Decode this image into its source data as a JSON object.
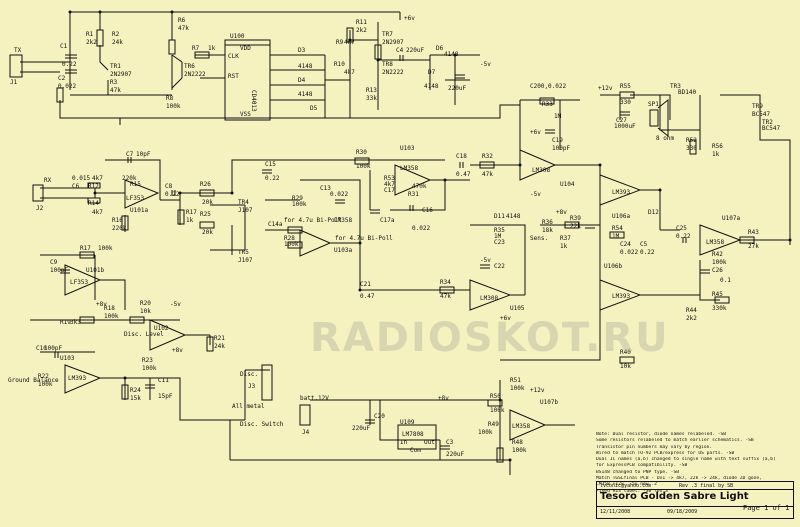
{
  "watermark": "RADIOSKOT.RU",
  "title_block": {
    "email": "lvconic@yahoo.com",
    "revision": "Rev .3 final by SB",
    "title": "Tesoro Golden Sabre Light",
    "date_left": "12/11/2008",
    "date_right": "09/18/2009",
    "page": "Page 1 of 1"
  },
  "notes": [
    "Note: Dual resistor, diode names relabeled. -SB",
    "Some resistors relabeled to match earlier schematics. -SB",
    "Transistor pin numbers may vary by region.",
    "  Wired to match TO-92 PCB/express for US parts. -SB",
    "Dual IC names (a,b) changed to single name with text suffix (a,b)",
    "  for ExpressPCB compatibility. -SB",
    "BS148 changed to PNP type. -SB",
    "Match TGSLfinal PCB - Dx1 -> 4k7, 22k -> 24k, diode ZD gone,",
    "  LM358 +12v, -5v new .2",
    "Fixed R13 label. -SB rev.3"
  ],
  "labels": {
    "tx": "TX",
    "j1": "J1",
    "rx": "RX",
    "j2": "J2",
    "c1": "C1",
    "c1v": "0.22",
    "c2": "C2",
    "c2v": "0.022",
    "r1": "R1",
    "r1v": "2k2",
    "r2": "R2",
    "r2v": "24k",
    "r3": "R3",
    "r3v": "47k",
    "tr1": "TR1",
    "tr1v": "2N2907",
    "r6": "R6",
    "r6v": "47k",
    "r8": "R8",
    "r8v": "100k",
    "r7": "R7",
    "r7v": "1k",
    "tr6": "TR6",
    "tr6v": "2N2222",
    "u100": "U100",
    "cd4013": "CD4013",
    "clk": "CLK",
    "rst": "RST",
    "vdd": "VDD",
    "vss": "VSS",
    "q_d3": "D3",
    "q_d4": "D4",
    "q_d5": "D5",
    "n4148": "4148",
    "r11": "R11",
    "r11v": "2k2",
    "r9": "R9",
    "r9v": "4k7",
    "r10": "R10",
    "r10v": "4k7",
    "tr7": "TR7",
    "tr7v": "2N2907",
    "tr8": "TR8",
    "tr8v": "2N2222",
    "r13": "R13",
    "r13v": "33k",
    "c4": "C4",
    "c4v": "220uF",
    "d6": "D6",
    "d7": "D7",
    "c3v": "220uF",
    "plus6v": "+6v",
    "minus5v": "-5v",
    "plus12v": "+12v",
    "plus8v": "+8v",
    "c6": "C6",
    "c6v": "0.015",
    "r12": "R12",
    "r12v": "4k7",
    "r14": "R14",
    "r14v": "4k7",
    "c7": "C7",
    "c7v": "10pF",
    "r15": "R15",
    "r15v": "220k",
    "u101a": "U101a",
    "lf353": "LF353",
    "r16": "R16",
    "r16v": "220k",
    "c8": "C8",
    "c8v": "0.22",
    "r17": "R17",
    "r17v": "1k",
    "r26": "R26",
    "r26v": "20k",
    "r25": "R25",
    "r25v": "20k",
    "tr4": "TR4",
    "tr4v": "J107",
    "tr5": "TR5",
    "tr5v": "J107",
    "c15": "C15",
    "c15v": "0.22",
    "r28": "R28",
    "r28v": "100k",
    "r29": "R29",
    "r29v": "100k",
    "u103a": "U103a",
    "lm358": "LM358",
    "c13": "C13",
    "c13v": "0.022",
    "c14a": "C14a",
    "r30": "R30",
    "r30v": "100k",
    "r53": "R53",
    "r53v": "4k7",
    "c17": "C17",
    "r31": "R31",
    "r31v": "470k",
    "c16": "C16",
    "c16v": "0.022",
    "c17a": "C17a",
    "bipol1": "for 4.7u Bi-Poll",
    "bipol2": "for 4.7u Bi-Poll",
    "c18": "C18",
    "c18v": "0.47",
    "r32": "R32",
    "r32v": "47k",
    "c200": "C200,0.022",
    "r33": "R33",
    "r33v": "1M",
    "c19": "C19",
    "c19v": "100pF",
    "lm308": "LM308",
    "u104": "U104",
    "u106a": "U106a",
    "lm393": "LM393",
    "r55": "R55",
    "r55v": "330",
    "c27": "C27",
    "c27v": "1000uF",
    "sp1": "SP1",
    "ohm8": "8 ohm",
    "tr3": "TR3",
    "tr3v": "BD140",
    "r52": "R52",
    "r52v": "330",
    "r56": "R56",
    "r56v": "1k",
    "tr9": "TR9",
    "tr9v": "BC547",
    "tr2": "TR2",
    "tr2v": "BC547",
    "c9": "C9",
    "c9v": "100pF",
    "r17b": "R17",
    "r17bv": "100k",
    "u101b": "U101b",
    "r18": "R18",
    "r18v": "100k",
    "r19": "R19",
    "r19v": "3k3",
    "r20": "R20",
    "r20v": "10k",
    "disc_level": "Disc. Level",
    "u102": "U102",
    "r21": "R21",
    "r21v": "24k",
    "c21": "C21",
    "c21v": "0.47",
    "r34": "R34",
    "r34v": "47k",
    "u105": "U105",
    "d11": "D11",
    "r35": "R35",
    "r35v": "1M",
    "c22": "C22",
    "c23": "C23",
    "r36": "R36",
    "r36v": "18k",
    "sens": "Sens.",
    "r37": "R37",
    "r37v": "1k",
    "r39": "R39",
    "r39v": "22k",
    "r54": "R54",
    "r54v": "1M",
    "c24": "C24",
    "c24v": "0.022",
    "u106b": "U106b",
    "d12": "D12",
    "c25": "C25",
    "c25v": "0.22",
    "u107a": "U107a",
    "r43": "R43",
    "r43v": "27k",
    "r42": "R42",
    "r42v": "100k",
    "c26": "C26",
    "c26v": "0.1",
    "r44": "R44",
    "r44v": "2k2",
    "r45": "R45",
    "r45v": "330k",
    "c10": "C10",
    "c10v": "100pF",
    "r22": "R22",
    "r22v": "100k",
    "ground_balance": "Ground Balance",
    "u103": "U103",
    "r23": "R23",
    "r23v": "100k",
    "r24": "R24",
    "r24v": "15k",
    "c11": "C11",
    "c11v": "15pF",
    "disc": "Disc.",
    "all_metal": "All metal",
    "disc_switch": "Disc. Switch",
    "j3": "J3",
    "batt": "batt.12V",
    "j4": "J4",
    "c20": "C20",
    "c20v": "220uF",
    "u109": "U109",
    "lm7808": "LM7808",
    "lm_in": "In",
    "lm_out": "Out",
    "lm_com": "Com",
    "c3": "C3",
    "r51": "R51",
    "r51v": "100k",
    "r50": "R50",
    "r50v": "100k",
    "r49": "R49",
    "r49v": "100k",
    "r48": "R48",
    "r48v": "100k",
    "u107b": "U107b",
    "r40": "R40",
    "r40v": "10k",
    "c5": "C5",
    "c5v": "0.22"
  }
}
